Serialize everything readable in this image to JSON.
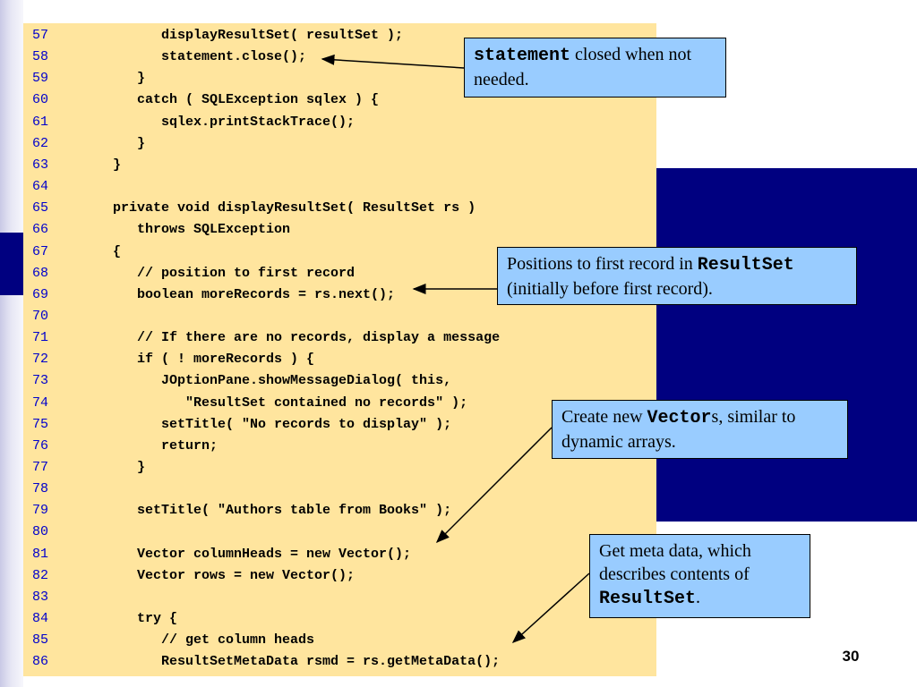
{
  "code_lines": [
    {
      "num": "57",
      "text": "         displayResultSet( resultSet );"
    },
    {
      "num": "58",
      "text": "         statement.close();"
    },
    {
      "num": "59",
      "text": "      }"
    },
    {
      "num": "60",
      "text": "      catch ( SQLException sqlex ) {"
    },
    {
      "num": "61",
      "text": "         sqlex.printStackTrace();"
    },
    {
      "num": "62",
      "text": "      }"
    },
    {
      "num": "63",
      "text": "   }"
    },
    {
      "num": "64",
      "text": ""
    },
    {
      "num": "65",
      "text": "   private void displayResultSet( ResultSet rs )"
    },
    {
      "num": "66",
      "text": "      throws SQLException"
    },
    {
      "num": "67",
      "text": "   {"
    },
    {
      "num": "68",
      "text": "      // position to first record"
    },
    {
      "num": "69",
      "text": "      boolean moreRecords = rs.next();"
    },
    {
      "num": "70",
      "text": ""
    },
    {
      "num": "71",
      "text": "      // If there are no records, display a message"
    },
    {
      "num": "72",
      "text": "      if ( ! moreRecords ) {"
    },
    {
      "num": "73",
      "text": "         JOptionPane.showMessageDialog( this,"
    },
    {
      "num": "74",
      "text": "            \"ResultSet contained no records\" );"
    },
    {
      "num": "75",
      "text": "         setTitle( \"No records to display\" );"
    },
    {
      "num": "76",
      "text": "         return;"
    },
    {
      "num": "77",
      "text": "      }"
    },
    {
      "num": "78",
      "text": ""
    },
    {
      "num": "79",
      "text": "      setTitle( \"Authors table from Books\" );"
    },
    {
      "num": "80",
      "text": ""
    },
    {
      "num": "81",
      "text": "      Vector columnHeads = new Vector();"
    },
    {
      "num": "82",
      "text": "      Vector rows = new Vector();"
    },
    {
      "num": "83",
      "text": ""
    },
    {
      "num": "84",
      "text": "      try {"
    },
    {
      "num": "85",
      "text": "         // get column heads"
    },
    {
      "num": "86",
      "text": "         ResultSetMetaData rsmd = rs.getMetaData();"
    }
  ],
  "callouts": {
    "statement": {
      "code": "statement",
      "text": " closed when not needed."
    },
    "positions": {
      "pre": "Positions to first record in ",
      "code": "ResultSet",
      "post": " (initially before first record)."
    },
    "vector": {
      "pre": "Create new ",
      "code": "Vector",
      "post": "s, similar to dynamic arrays."
    },
    "metadata": {
      "pre": "Get meta data, which describes contents of ",
      "code": "ResultSet",
      "post": "."
    }
  },
  "page_number": "30",
  "colors": {
    "code_background": "#ffe59e",
    "callout_background": "#99ccff",
    "accent_blue": "#000080",
    "line_number": "#0000cc"
  }
}
